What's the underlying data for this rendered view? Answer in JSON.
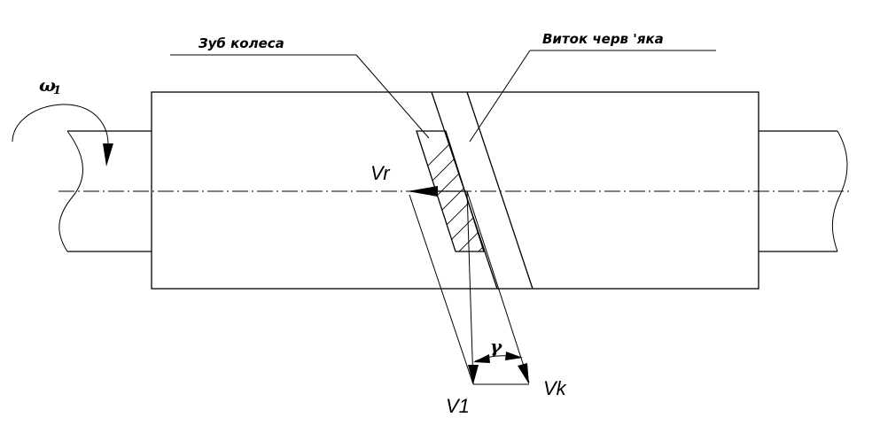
{
  "labels": {
    "gear_tooth": "Зуб колеса",
    "worm_thread": "Виток черв 'яка",
    "omega": "ω",
    "omega_subscript": "1",
    "v_r": "Vr",
    "v_1": "V1",
    "v_k": "Vk",
    "gamma": "γ"
  }
}
